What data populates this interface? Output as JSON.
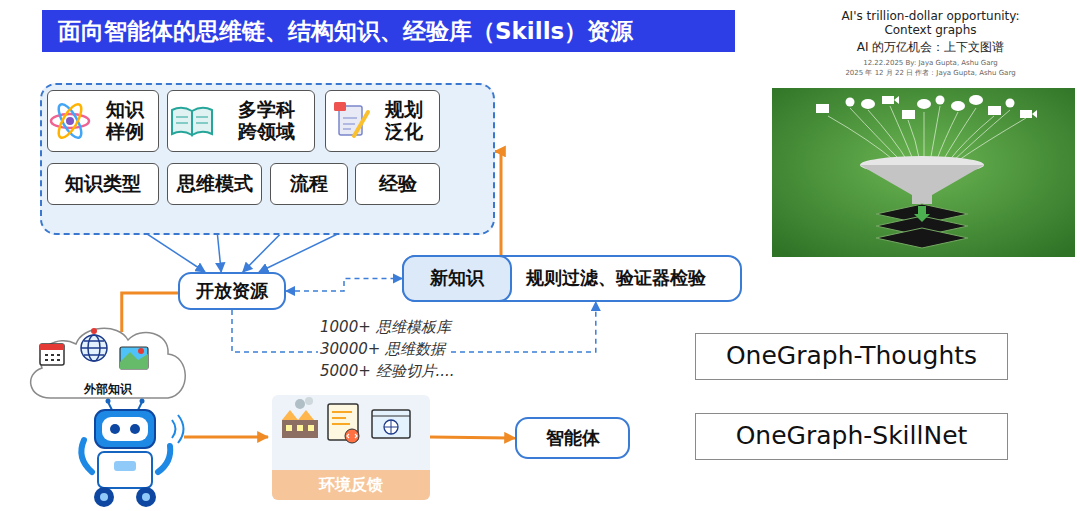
{
  "diagram": {
    "title": "面向智能体的思维链、结构知识、经验库（Skills）资源",
    "nodes": [
      {
        "text": []
      },
      {
        "text": [
          "知识 样例"
        ],
        "in": 0
      },
      {
        "text": [
          "多学科 跨领域"
        ],
        "in": 0
      },
      {
        "text": [
          "规划 泛化"
        ],
        "in": 0
      },
      {
        "text": [
          "知识类型"
        ],
        "in": 0
      },
      {
        "text": [
          "思维模式"
        ],
        "in": 0
      },
      {
        "text": [
          "流程"
        ],
        "in": 0
      },
      {
        "text": [
          "经验"
        ],
        "in": 0
      },
      {
        "text": [
          "开放资源"
        ]
      },
      {
        "text": [
          "规则过滤、验证器检验"
        ]
      },
      {
        "text": [
          "新知识"
        ],
        "in": 9
      },
      {
        "text": [
          "外部知识"
        ]
      },
      {
        "text": [
          "环境反馈"
        ]
      },
      {
        "text": [
          "智能体"
        ]
      },
      {
        "text": [
          "OneGraph-Thoughts"
        ]
      },
      {
        "text": [
          "OneGraph-SkillNet"
        ]
      }
    ],
    "edges": [
      {
        "from": 4,
        "to": 8,
        "arrow": "to"
      },
      {
        "from": 5,
        "to": 8,
        "arrow": "to"
      },
      {
        "from": 6,
        "to": 8,
        "arrow": "to"
      },
      {
        "from": 7,
        "to": 8,
        "arrow": "to"
      },
      {
        "from": 8,
        "to": 10,
        "arrow": "both"
      },
      {
        "from": 10,
        "to": 0,
        "arrow": "to"
      },
      {
        "from": 8,
        "to": 9,
        "arrow": "to"
      },
      {
        "from": 11,
        "to": 8,
        "arrow": "none"
      },
      {
        "from": 12,
        "to": 13,
        "arrow": "to"
      }
    ],
    "labels": [
      "1000+ 思维模板库",
      "30000+ 思维数据",
      "5000+ 经验切片....",
      "AI's trillion-dollar opportunity: Context graphs",
      "AI 的万亿机会：上下文图谱",
      "12.22.2025 By: Jaya Gupta, Ashu Garg",
      "2025 年 12 月 22 日 作者：Jaya Gupta, Ashu Garg"
    ]
  }
}
